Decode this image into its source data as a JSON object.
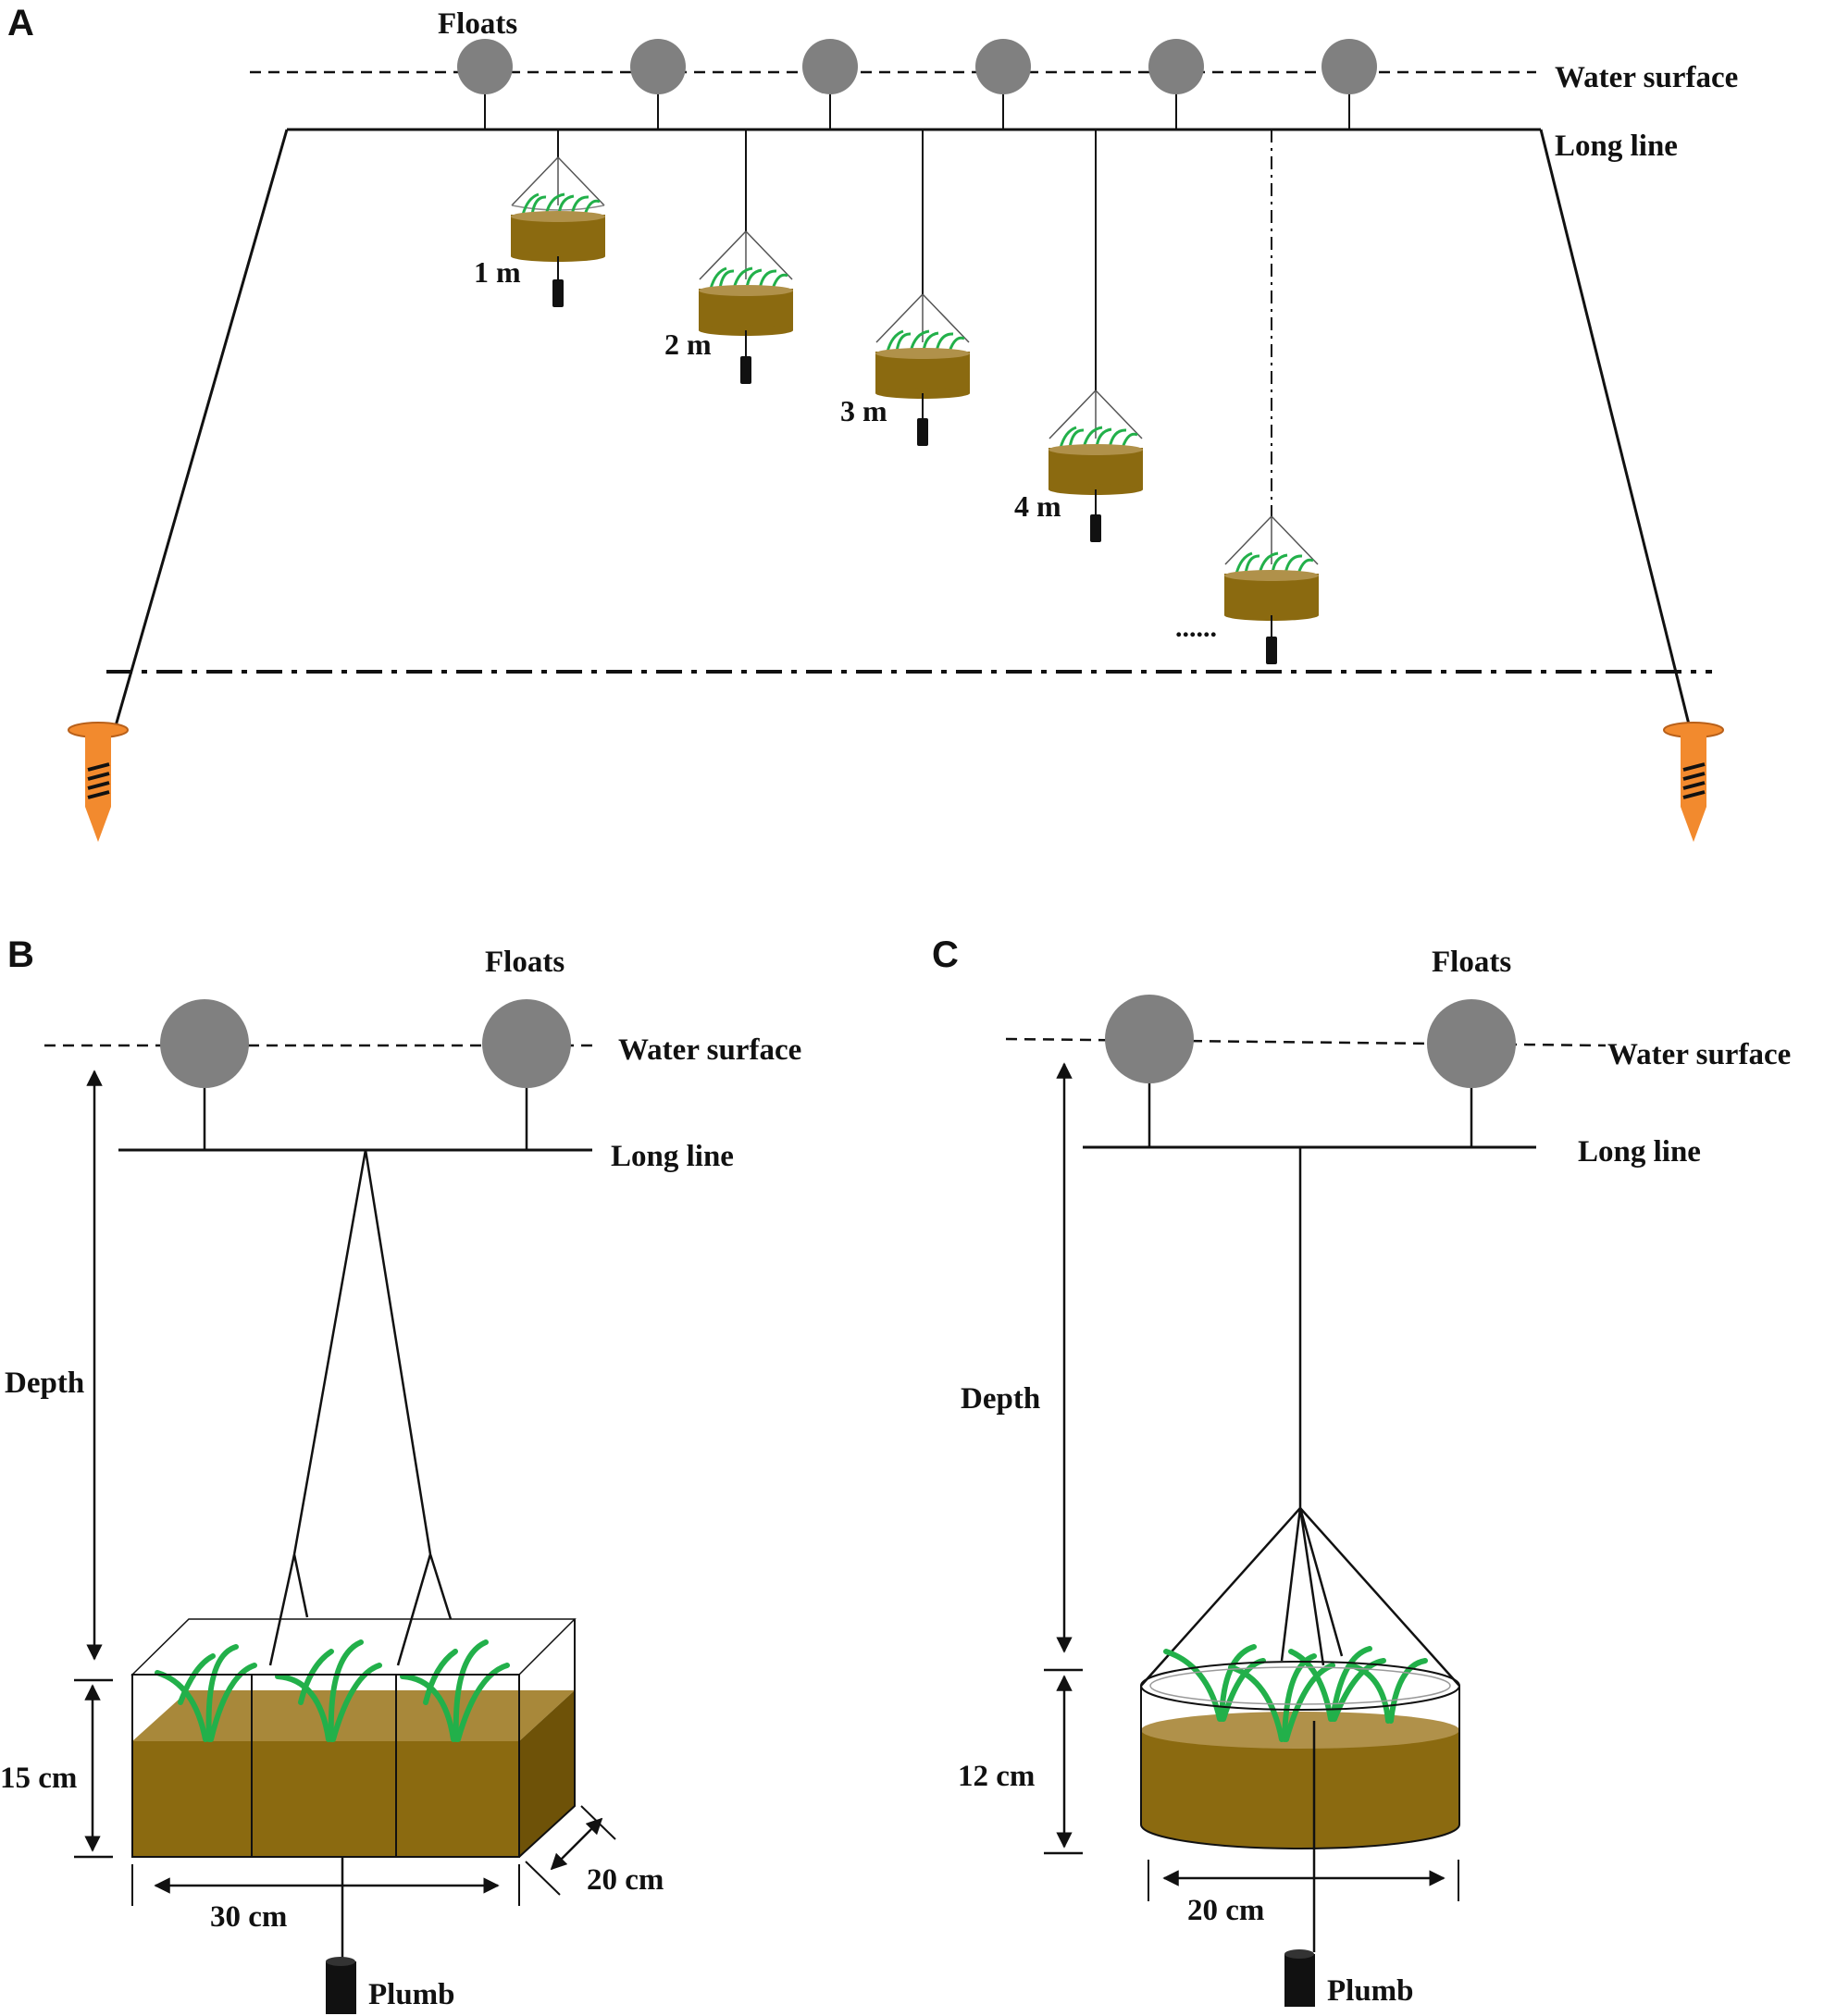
{
  "panels": {
    "a": {
      "letter": "A",
      "floats_label": "Floats",
      "water_surface_label": "Water surface",
      "long_line_label": "Long line",
      "depth_labels": [
        "1 m",
        "2 m",
        "3 m",
        "4 m"
      ],
      "ellipsis": "......"
    },
    "b": {
      "letter": "B",
      "floats_label": "Floats",
      "water_surface_label": "Water surface",
      "long_line_label": "Long line",
      "depth_label": "Depth",
      "height_label": "15 cm",
      "width_label": "30 cm",
      "depth_dim_label": "20 cm",
      "plumb_label": "Plumb"
    },
    "c": {
      "letter": "C",
      "floats_label": "Floats",
      "water_surface_label": "Water surface",
      "long_line_label": "Long line",
      "depth_label": "Depth",
      "height_label": "12 cm",
      "diameter_label": "20 cm",
      "plumb_label": "Plumb"
    }
  },
  "colors": {
    "float": "#808080",
    "sediment": "#8B6A10",
    "sediment_top": "#B0914A",
    "seagrass": "#22B04A",
    "anchor": "#F28A2E",
    "line": "#111111"
  }
}
